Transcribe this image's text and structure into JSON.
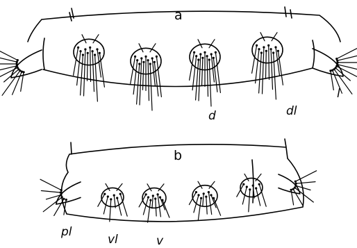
{
  "figure": {
    "panels": [
      {
        "id": "a",
        "label": "a",
        "view": "dorsal",
        "seta_labels": [
          "d",
          "dl",
          "l"
        ],
        "groups": [
          {
            "name": "left-lateral-lobe",
            "kind": "lateral-lobe",
            "setae": 9
          },
          {
            "name": "dorsolateral-left-tuft",
            "kind": "tuft",
            "setae": 10
          },
          {
            "name": "dorsal-left-tuft",
            "kind": "tuft",
            "setae": 11
          },
          {
            "name": "dorsal-right-tuft",
            "kind": "tuft",
            "setae": 11
          },
          {
            "name": "dorsolateral-right-tuft",
            "kind": "tuft",
            "setae": 10
          },
          {
            "name": "right-lateral-lobe",
            "kind": "lateral-lobe",
            "setae": 9
          }
        ]
      },
      {
        "id": "b",
        "label": "b",
        "view": "ventral",
        "seta_labels": [
          "pl",
          "vl",
          "v"
        ],
        "groups": [
          {
            "name": "pleural-left-tuft",
            "kind": "half-tuft",
            "setae": 6
          },
          {
            "name": "ventrolateral-left-tuft",
            "kind": "tuft",
            "setae": 6
          },
          {
            "name": "ventral-left-tuft",
            "kind": "tuft",
            "setae": 8
          },
          {
            "name": "ventral-right-tuft",
            "kind": "tuft",
            "setae": 8
          },
          {
            "name": "ventrolateral-right-tuft",
            "kind": "tuft",
            "setae": 6
          },
          {
            "name": "pleural-right-tuft",
            "kind": "half-tuft",
            "setae": 6
          }
        ]
      }
    ]
  }
}
